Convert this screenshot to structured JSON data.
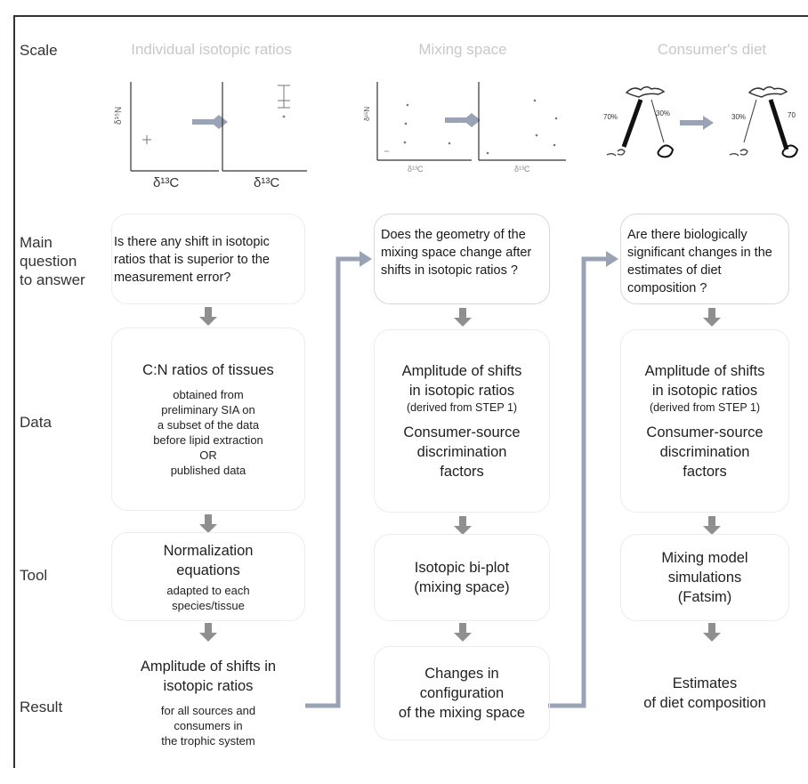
{
  "row_labels": {
    "scale": "Scale",
    "question": "Main\nquestion\nto answer",
    "data": "Data",
    "tool": "Tool",
    "result": "Result"
  },
  "columns": [
    {
      "title": "Individual isotopic ratios",
      "plot_xlabel": "δ¹³C",
      "plot_ylabel": "δ¹⁵N",
      "question": "Is there any shift in isotopic ratios that is superior to the measurement error?",
      "data_main": "C:N ratios of tissues",
      "data_lines": [
        "obtained from",
        "preliminary SIA on",
        "a subset of the data",
        "before lipid extraction",
        "OR",
        "published data"
      ],
      "tool_main": [
        "Normalization",
        "equations"
      ],
      "tool_sub": [
        "adapted to each",
        "species/tissue"
      ],
      "result_main": [
        "Amplitude of shifts in",
        "isotopic ratios"
      ],
      "result_sub": [
        "for all sources and",
        "consumers in",
        "the trophic system"
      ]
    },
    {
      "title": "Mixing space",
      "plot_xlabel": "δ¹³C",
      "plot_ylabel": "δ¹⁵N",
      "question": "Does the geometry of the mixing space change after shifts in isotopic ratios ?",
      "data_main": [
        "Amplitude of shifts",
        "in isotopic ratios"
      ],
      "data_paren": "(derived from STEP 1)",
      "data_extra": [
        "Consumer-source",
        "discrimination",
        "factors"
      ],
      "tool_main": [
        "Isotopic bi-plot",
        "(mixing space)"
      ],
      "result_main": [
        "Changes in",
        "configuration",
        "of the mixing space"
      ]
    },
    {
      "title": "Consumer's diet",
      "pct_left_a": "70%",
      "pct_left_b": "30%",
      "pct_right_a": "30%",
      "pct_right_b": "70",
      "question": "Are there biologically significant changes in the estimates of diet composition ?",
      "data_main": [
        "Amplitude of shifts",
        "in isotopic ratios"
      ],
      "data_paren": "(derived from STEP 1)",
      "data_extra": [
        "Consumer-source",
        "discrimination",
        "factors"
      ],
      "tool_main": [
        "Mixing model",
        "simulations",
        "(Fatsim)"
      ],
      "result_main": [
        "Estimates",
        "of diet composition"
      ]
    }
  ],
  "colors": {
    "arrow": "#9aa3b6",
    "down_arrow": "#8f8f8f",
    "title": "#c8c8c8"
  }
}
